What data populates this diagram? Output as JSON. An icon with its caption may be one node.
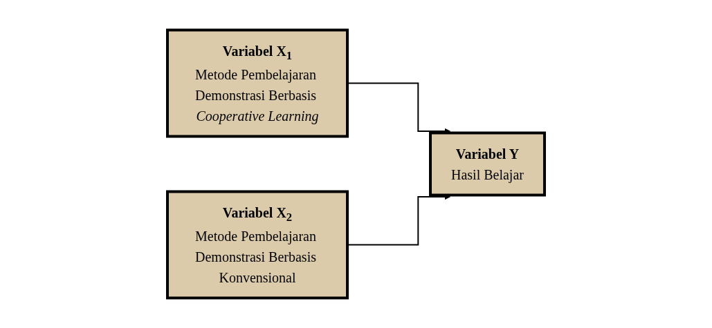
{
  "diagram": {
    "nodes": [
      {
        "text": [
          "Variabel X$_{1}$",
          "Metode Pembelajaran Demonstrasi Berbasis *Cooperative Learning*"
        ]
      },
      {
        "text": [
          "Variabel X$_{2}$",
          "Metode Pembelajaran Demonstrasi Berbasis Konvensional"
        ]
      },
      {
        "text": [
          "Variabel Y",
          "Hasil Belajar"
        ]
      }
    ],
    "edges": [
      {
        "from": 0,
        "to": 2,
        "arrow": "to"
      },
      {
        "from": 1,
        "to": 2,
        "arrow": "to"
      }
    ]
  }
}
